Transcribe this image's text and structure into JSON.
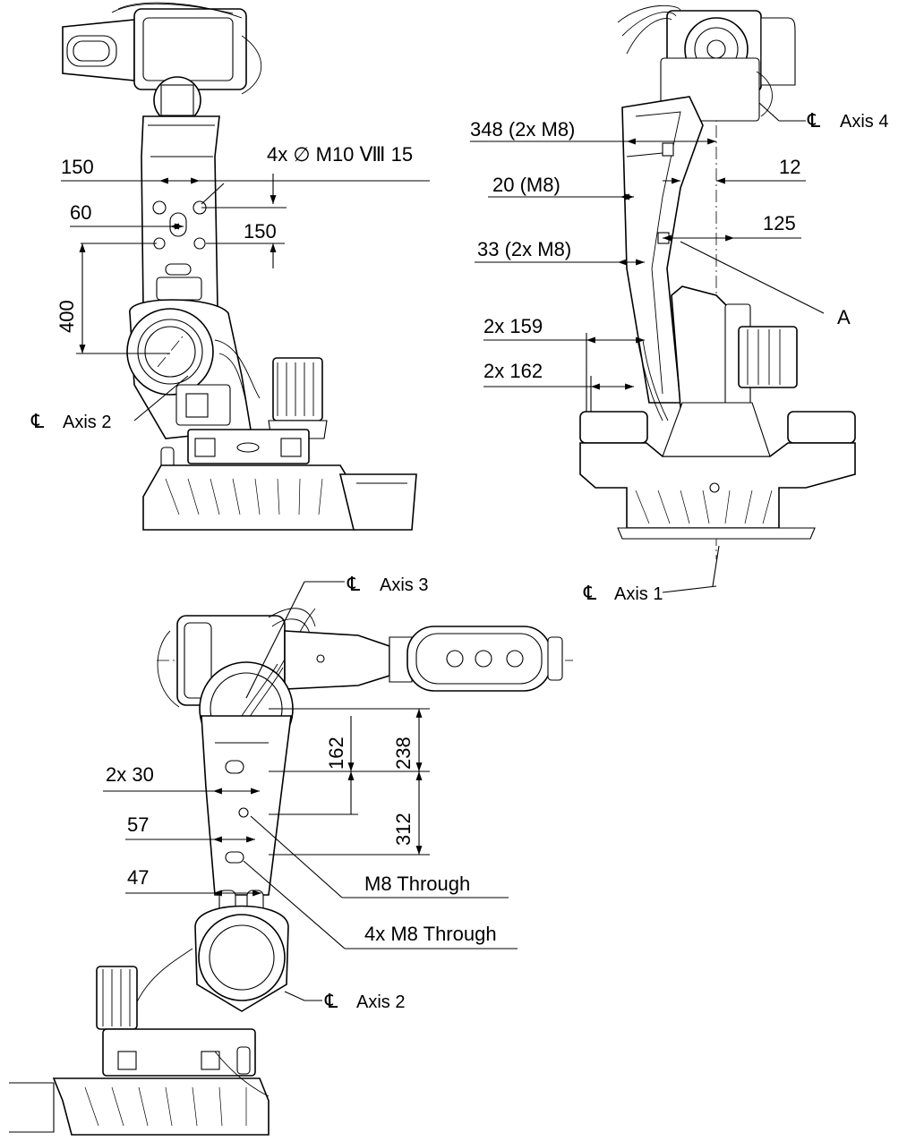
{
  "view_front": {
    "callout_holes": "4x  ∅ M10 Ⅷ 15",
    "dim_150_top": "150",
    "dim_60": "60",
    "dim_150_right": "150",
    "dim_400": "400",
    "axis2_label": "Axis 2"
  },
  "view_side": {
    "dim_348": "348 (2x M8)",
    "dim_20": "20 (M8)",
    "dim_33": "33 (2x M8)",
    "dim_12": "12",
    "dim_125": "125",
    "dim_2x159": "2x 159",
    "dim_2x162": "2x 162",
    "label_a": "A",
    "axis4_label": "Axis 4",
    "axis1_label": "Axis 1"
  },
  "view_bottom": {
    "axis3_label": "Axis 3",
    "axis2_label": "Axis 2",
    "dim_2x30": "2x 30",
    "dim_57": "57",
    "dim_47": "47",
    "dim_162": "162",
    "dim_238": "238",
    "dim_312": "312",
    "m8_through": "M8 Through",
    "m8_4x_through": "4x M8 Through"
  },
  "symbols": {
    "centerline": "℄"
  }
}
